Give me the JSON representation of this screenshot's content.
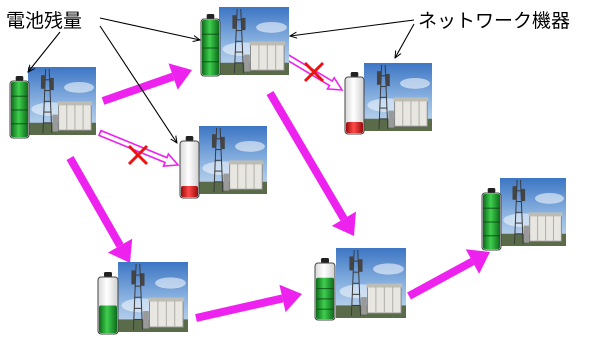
{
  "labels": {
    "battery_level": "電池残量",
    "network_equipment": "ネットワーク機器"
  },
  "colors": {
    "flow_arrow": "#ee22ee",
    "failed_mark": "#ee1111",
    "battery_full": "#1a8f2a",
    "battery_low": "#e01818",
    "pointer": "#000000"
  },
  "nodes": [
    {
      "id": "node-left",
      "battery_level": 1.0,
      "battery_color": "green"
    },
    {
      "id": "node-top",
      "battery_level": 1.0,
      "battery_color": "green"
    },
    {
      "id": "node-top-right",
      "battery_level": 0.2,
      "battery_color": "red"
    },
    {
      "id": "node-center",
      "battery_level": 0.2,
      "battery_color": "red"
    },
    {
      "id": "node-bottom-left",
      "battery_level": 0.5,
      "battery_color": "green"
    },
    {
      "id": "node-bottom-center",
      "battery_level": 0.75,
      "battery_color": "green"
    },
    {
      "id": "node-right",
      "battery_level": 1.0,
      "battery_color": "green"
    }
  ],
  "links": [
    {
      "from": "node-left",
      "to": "node-top",
      "status": "ok"
    },
    {
      "from": "node-left",
      "to": "node-center",
      "status": "failed"
    },
    {
      "from": "node-top",
      "to": "node-top-right",
      "status": "failed"
    },
    {
      "from": "node-top",
      "to": "node-bottom-center",
      "status": "ok"
    },
    {
      "from": "node-left",
      "to": "node-bottom-left",
      "status": "ok"
    },
    {
      "from": "node-bottom-left",
      "to": "node-bottom-center",
      "status": "ok"
    },
    {
      "from": "node-bottom-center",
      "to": "node-right",
      "status": "ok"
    }
  ]
}
